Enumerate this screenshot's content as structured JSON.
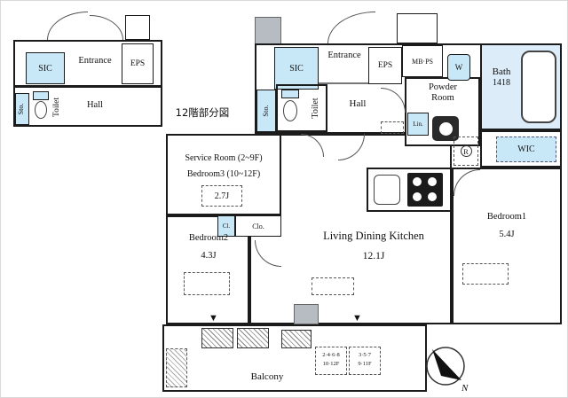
{
  "inset": {
    "caption": "12階部分図",
    "rooms": {
      "sic": "SIC",
      "entrance": "Entrance",
      "eps": "EPS",
      "toilet": "Toilet",
      "hall": "Hall",
      "sto": "Sto."
    }
  },
  "main": {
    "entry": {
      "sic": "SIC",
      "entrance": "Entrance",
      "eps": "EPS",
      "mbps": "MB·PS",
      "sto": "Sto.",
      "toilet": "Toilet",
      "hall": "Hall"
    },
    "sanitary": {
      "washer": "W",
      "powder_line1": "Powder",
      "powder_line2": "Room",
      "bath_line1": "Bath",
      "bath_line2": "1418",
      "linen": "Lin.",
      "wic": "WIC",
      "fridge": "R"
    },
    "rooms": {
      "service_line1": "Service Room (2~9F)",
      "service_line2": "Bedroom3 (10~12F)",
      "service_area": "2.7J",
      "cl": "Cl.",
      "clo": "Clo.",
      "bedroom2_name": "Bedroom2",
      "bedroom2_area": "4.3J",
      "ldk_name": "Living Dining Kitchen",
      "ldk_area": "12.1J",
      "bedroom1_name": "Bedroom1",
      "bedroom1_area": "5.4J"
    },
    "balcony": {
      "name": "Balcony",
      "note1_line1": "2·4·6·8",
      "note1_line2": "10·12F",
      "note2_line1": "3·5·7",
      "note2_line2": "9·11F"
    },
    "compass_north": "N"
  },
  "colors": {
    "wet_area": "#c8e8f7",
    "wall": "#1b1b1b"
  }
}
